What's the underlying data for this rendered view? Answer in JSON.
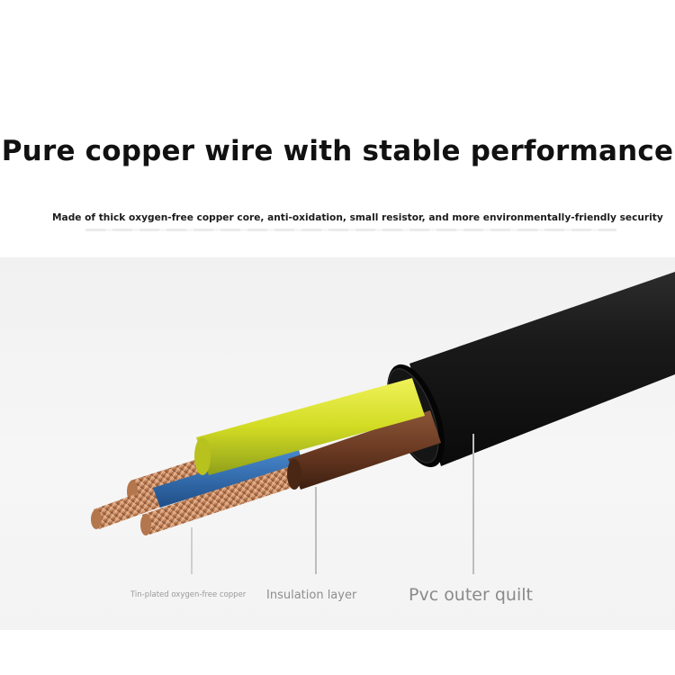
{
  "header": {
    "title": "Pure copper wire with stable performance",
    "subtitle": "Made of thick oxygen-free copper core, anti-oxidation, small resistor, and more environmentally-friendly security"
  },
  "callouts": {
    "copper": "Tin-plated oxygen-free copper",
    "insulation": "Insulation layer",
    "outer": "Pvc outer quilt"
  },
  "colors": {
    "outer_sheath": "#141414",
    "yellow_green_core": "#d4df2a",
    "brown_core": "#6b3a22",
    "blue_core": "#2f6fb5",
    "copper_strands": "#c98a60"
  }
}
